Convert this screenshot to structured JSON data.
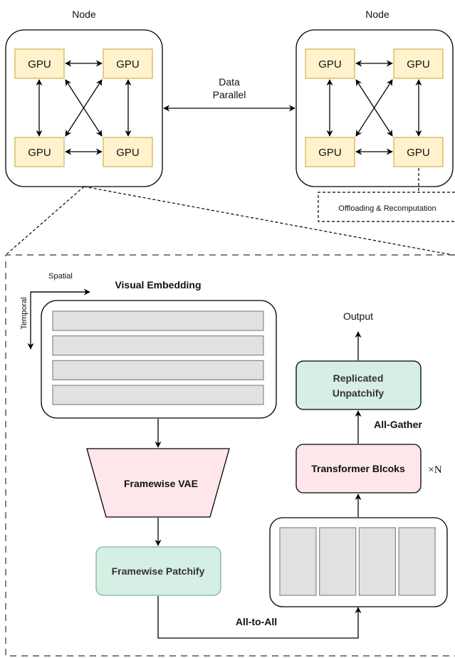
{
  "diagram": {
    "nodes": [
      {
        "label": "Node",
        "gpus": [
          "GPU",
          "GPU",
          "GPU",
          "GPU"
        ]
      },
      {
        "label": "Node",
        "gpus": [
          "GPU",
          "GPU",
          "GPU",
          "GPU"
        ]
      }
    ],
    "data_parallel": {
      "line1": "Data",
      "line2": "Parallel"
    },
    "offloading_label": "Offloading & Recomputation",
    "axes": {
      "spatial": "Spatial",
      "temporal": "Temporal"
    },
    "visual_embedding": {
      "title": "Visual Embedding",
      "rows": 4
    },
    "framewise_vae": "Framewise VAE",
    "framewise_patchify": "Framewise Patchify",
    "all_to_all": "All-to-All",
    "token_columns": 4,
    "transformer_blocks": "Transformer Blcoks",
    "repeat_marker": "×N",
    "all_gather": "All-Gather",
    "replicated_unpatchify": {
      "line1": "Replicated",
      "line2": "Unpatchify"
    },
    "output": "Output",
    "colors": {
      "gpu_fill": "#fff2cc",
      "gpu_stroke": "#d6b656",
      "pink_fill": "#ffe6ea",
      "green_fill": "#d5efe4",
      "green_stroke": "#82b39a",
      "gray_fill": "#e1e1e1",
      "gray_stroke": "#888888"
    }
  }
}
